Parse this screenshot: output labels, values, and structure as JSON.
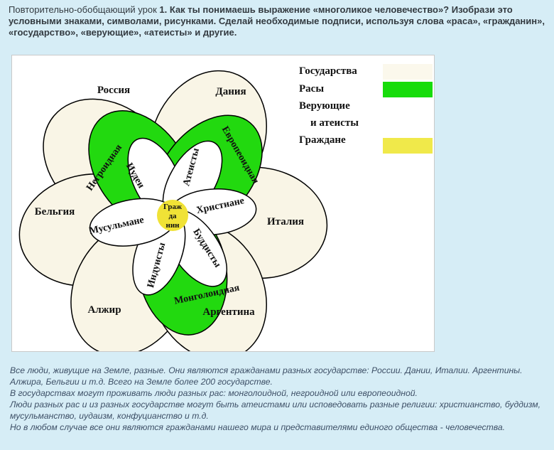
{
  "task": {
    "prefix": "Повторительно-обобщающий урок ",
    "text": "1. Как ты понимаешь выражение «многоликое человечество»? Изобрази это условными знаками, символами, рисунками. Сделай необходимые подписи, используя слова «раса», «гражданин», «государство», «верующие», «атеисты» и другие."
  },
  "figure": {
    "countries": [
      "Россия",
      "Дания",
      "Бельгия",
      "Италия",
      "Алжир",
      "Аргентина"
    ],
    "races": [
      "Негроидная",
      "Европеоидная",
      "Монголоидная"
    ],
    "beliefs": [
      "Иудеи",
      "Атеисты",
      "Христиане",
      "Буддисты",
      "Индуисты",
      "Мусульмане"
    ],
    "center": [
      "Граж",
      "да",
      "нин"
    ],
    "legend": [
      {
        "label": "Государства",
        "color": "#fbf8ec"
      },
      {
        "label": "Расы",
        "color": "#17dc0b"
      },
      {
        "label": "Верующие",
        "color": "#ffffff"
      },
      {
        "label": "и атеисты",
        "color": ""
      },
      {
        "label": "Граждане",
        "color": "#f0e94a"
      }
    ],
    "colors": {
      "state_fill": "#f9f5e6",
      "race_fill": "#22d90f",
      "belief_fill": "#ffffff",
      "center_fill": "#f0e236",
      "outline": "#000000"
    }
  },
  "explanation": [
    "Все люди, живущие на Земле, разные.  Они являются гражданами разных государстве: России. Дании, Италии. Аргентины. Алжира, Бельгии и т.д. Всего на Земле более 200 государстве.",
    "В государствах могут проживать люди разных рас: монголоидной, негроидной или европеоидной.",
    "Люди разных рас и из разных государстве могут быть атеистами или исповедовать разные религии: христианство, буддизм, мусульманство, иудаизм, конфуцианство и т.д.",
    "Но в любом случае все они являются гражданами нашего мира и представителями единого общества - человечества."
  ]
}
